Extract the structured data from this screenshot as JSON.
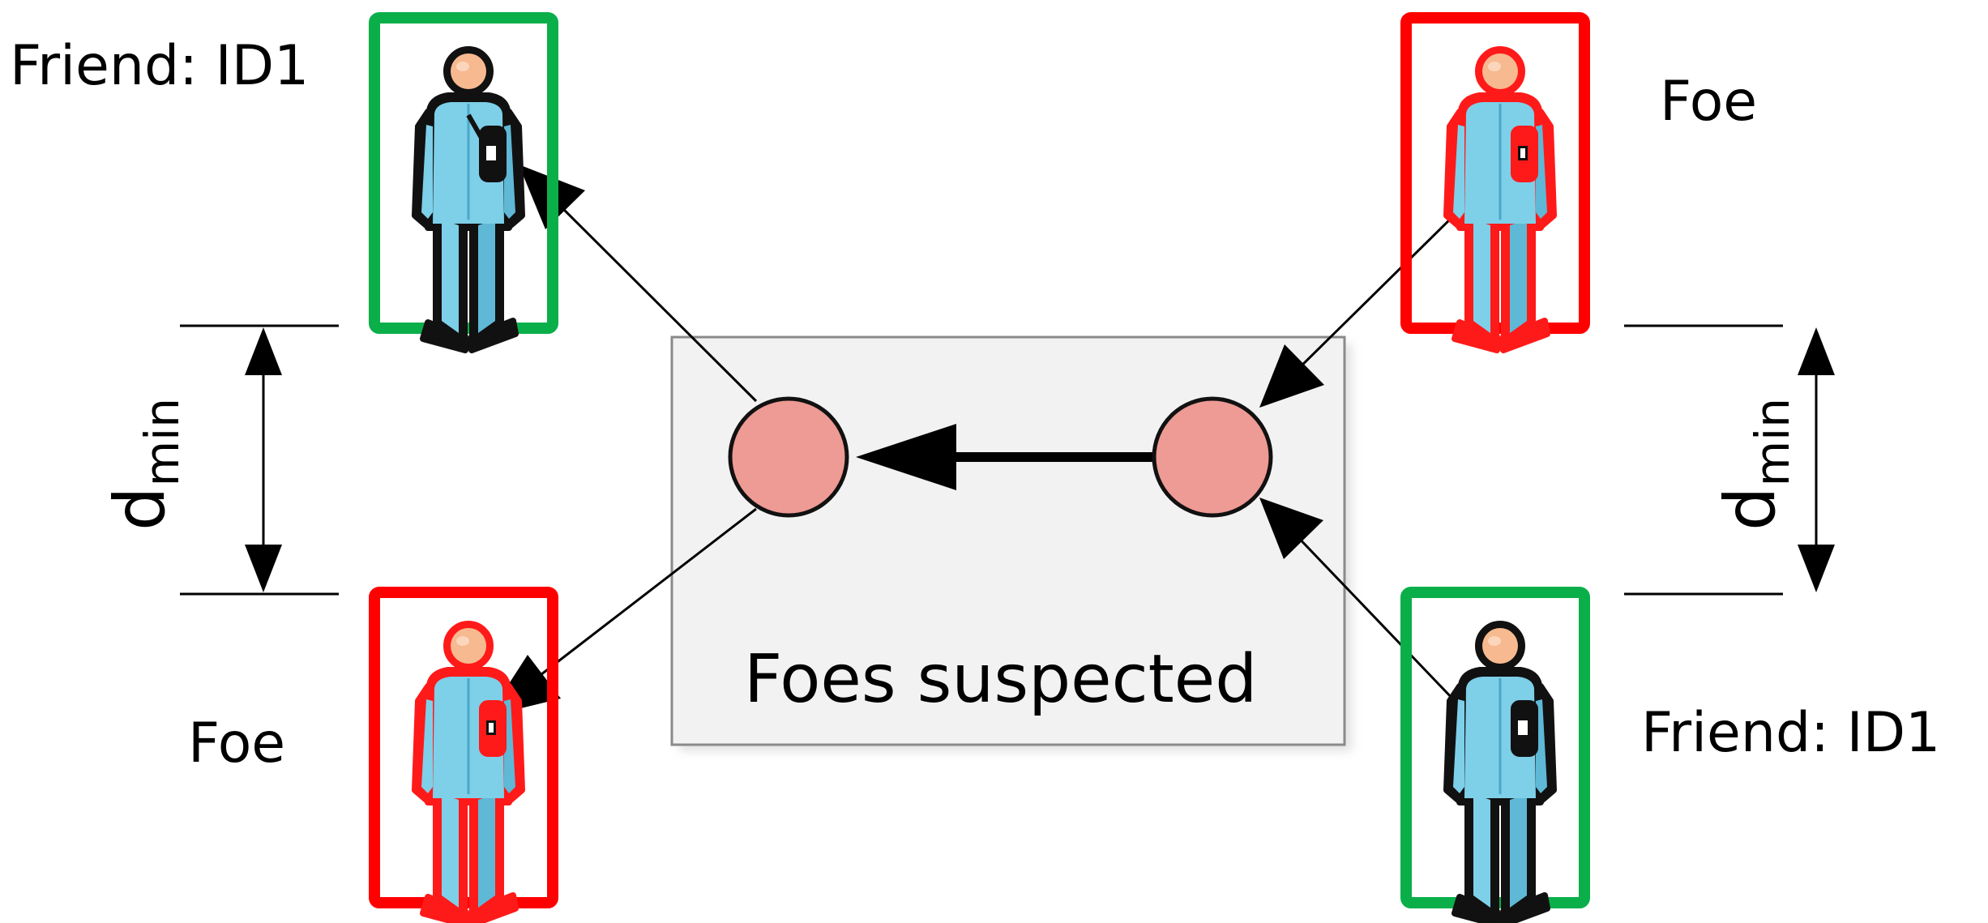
{
  "labels": {
    "top_left": "Friend: ID1",
    "top_right": "Foe",
    "bottom_left": "Foe",
    "bottom_right": "Friend: ID1",
    "center_box": "Foes suspected",
    "dmin_main": "d",
    "dmin_sub": "min"
  },
  "colors": {
    "friend_frame": "#0aaf4a",
    "foe_frame": "#ff0000",
    "node_fill": "#ee9a95",
    "person_body": "#7ecfe8",
    "person_head": "#f7b98f",
    "box_fill": "#f2f2f2",
    "box_stroke": "#888888"
  },
  "icons": [
    "person-icon",
    "radio-device-icon"
  ]
}
